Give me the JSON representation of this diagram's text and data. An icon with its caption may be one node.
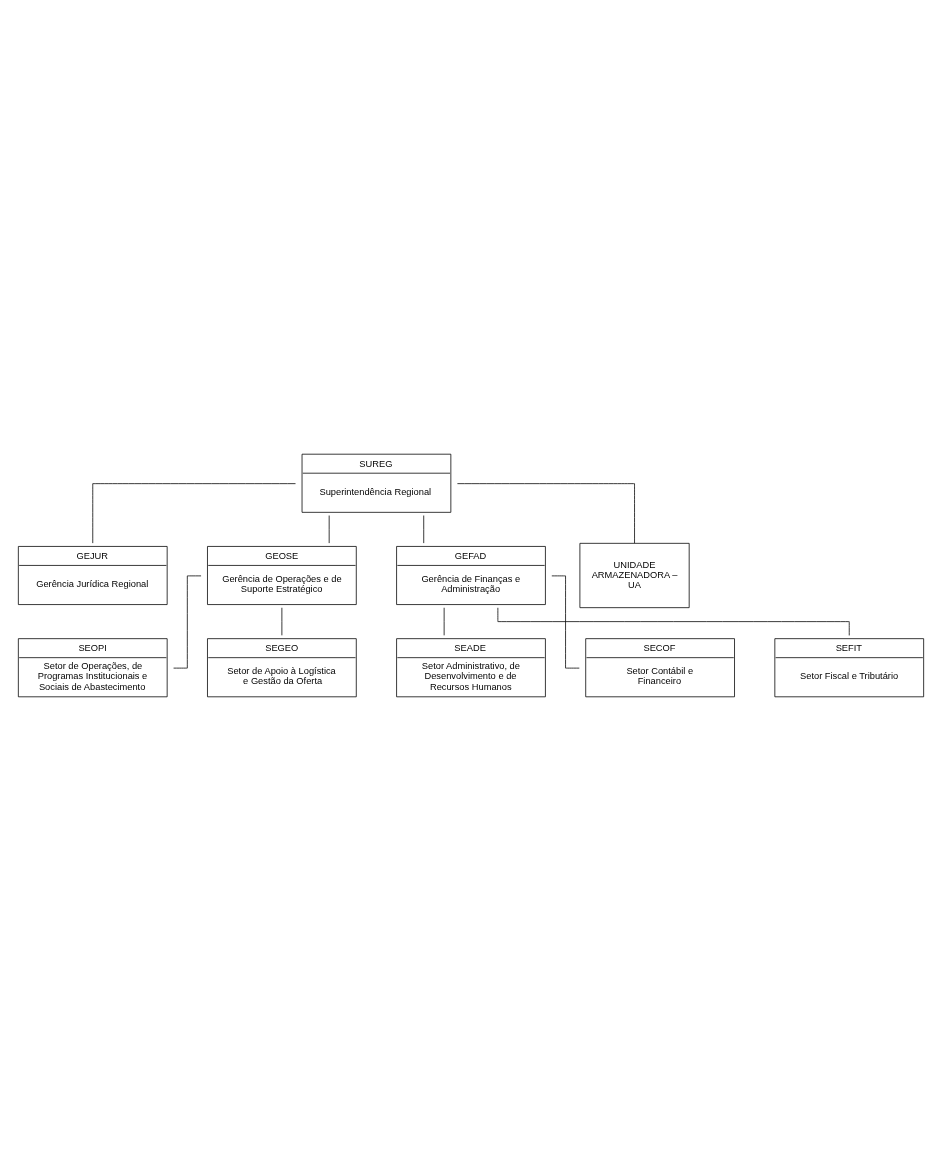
{
  "diagram": {
    "nodes": [
      {
        "text": [
          "SUREG",
          "Superintendência Regional"
        ]
      },
      {
        "text": [
          "GEJUR",
          "Gerência Jurídica Regional"
        ]
      },
      {
        "text": [
          "GEOSE",
          "Gerência de Operações e de Suporte Estratégico"
        ]
      },
      {
        "text": [
          "GEFAD",
          "Gerência de Finanças e Administração"
        ]
      },
      {
        "text": [
          "SEOPI",
          "Setor de Operações, de Programas Institucionais e Sociais de Abastecimento"
        ]
      },
      {
        "text": [
          "SEADE",
          "Setor Administrativo, de Desenvolvimento e de Recursos Humanos"
        ]
      },
      {
        "text": [
          "SEGEO",
          "Setor de Apoio à Logística e Gestão da Oferta"
        ]
      },
      {
        "text": [
          "SECOF",
          "Setor Contábil e Financeiro"
        ]
      },
      {
        "text": [
          "UNIDADE ARMAZENADORA – UA"
        ]
      },
      {
        "text": [
          "SEFIT",
          "Setor Fiscal e Tributário"
        ]
      }
    ],
    "edges": [
      {
        "from": 0,
        "to": 1,
        "arrow": "none"
      },
      {
        "from": 0,
        "to": 2,
        "arrow": "none"
      },
      {
        "from": 0,
        "to": 3,
        "arrow": "none"
      },
      {
        "from": 0,
        "to": 8,
        "arrow": "none"
      },
      {
        "from": 2,
        "to": 4,
        "arrow": "none"
      },
      {
        "from": 2,
        "to": 6,
        "arrow": "none"
      },
      {
        "from": 3,
        "to": 5,
        "arrow": "none"
      },
      {
        "from": 3,
        "to": 7,
        "arrow": "none"
      },
      {
        "from": 3,
        "to": 9,
        "arrow": "none"
      }
    ]
  }
}
